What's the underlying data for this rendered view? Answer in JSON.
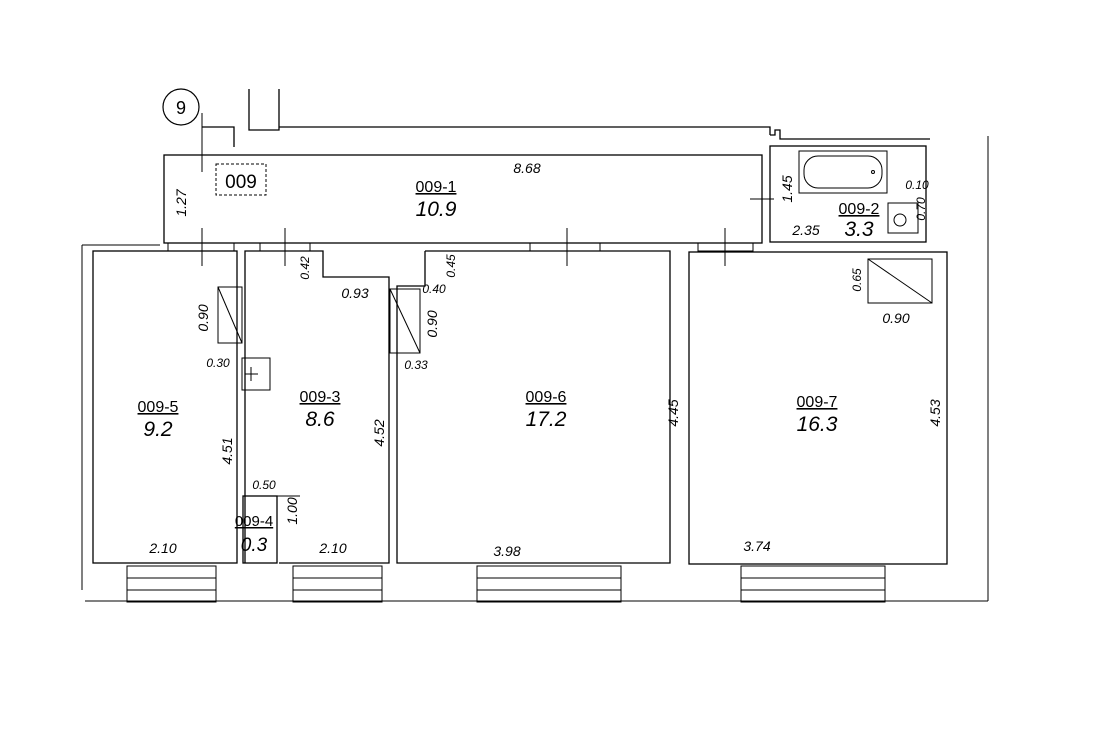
{
  "plan": {
    "apartment_code": "009",
    "staircase_number": "9",
    "rooms": [
      {
        "id": "009-1",
        "area": "10.9"
      },
      {
        "id": "009-2",
        "area": "3.3"
      },
      {
        "id": "009-3",
        "area": "8.6"
      },
      {
        "id": "009-4",
        "area": "0.3"
      },
      {
        "id": "009-5",
        "area": "9.2"
      },
      {
        "id": "009-6",
        "area": "17.2"
      },
      {
        "id": "009-7",
        "area": "16.3"
      }
    ],
    "dimensions": {
      "corridor_length": "8.68",
      "corridor_width": "1.27",
      "bath_height": "1.45",
      "bath_width": "2.35",
      "bath_note_a": "0.10",
      "bath_note_b": "0.70",
      "r5_door": "0.90",
      "r5_wall": "0.30",
      "r5_height": "4.51",
      "r5_width": "2.10",
      "r3_top_a": "0.42",
      "r3_top_b": "0.93",
      "r3_height": "4.52",
      "r3_width": "2.10",
      "r4_width": "0.50",
      "r4_height": "1.00",
      "r6_top_a": "0.45",
      "r6_top_b": "0.40",
      "r6_door": "0.90",
      "r6_wall": "0.33",
      "r6_height": "4.45",
      "r6_width": "3.98",
      "r7_stove_h": "0.65",
      "r7_stove_w": "0.90",
      "r7_height": "4.53",
      "r7_width": "3.74"
    }
  }
}
